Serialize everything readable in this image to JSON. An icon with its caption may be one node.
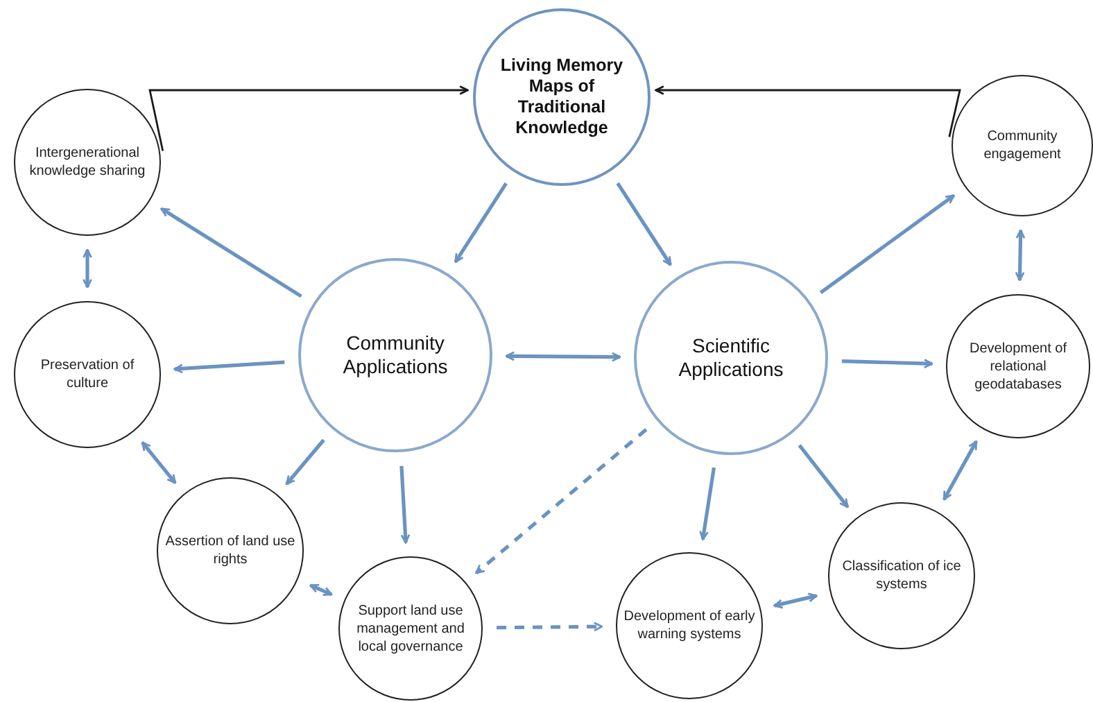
{
  "diagram": {
    "nodes": [
      {
        "text": [
          "Living Memory Maps of Traditional Knowledge"
        ]
      },
      {
        "text": [
          "Intergenerational knowledge sharing"
        ]
      },
      {
        "text": [
          "Community engagement"
        ]
      },
      {
        "text": [
          "Community Applications"
        ]
      },
      {
        "text": [
          "Scientific Applications"
        ]
      },
      {
        "text": [
          "Preservation of culture"
        ]
      },
      {
        "text": [
          "Development of relational geodatabases"
        ]
      },
      {
        "text": [
          "Assertion of land use rights"
        ]
      },
      {
        "text": [
          "Support land use management and local governance"
        ]
      },
      {
        "text": [
          "Development of early warning systems"
        ]
      },
      {
        "text": [
          "Classification of ice systems"
        ]
      }
    ],
    "edges": [
      {
        "from": 1,
        "to": 0,
        "arrow": "to",
        "color": "#1a1a1a"
      },
      {
        "from": 2,
        "to": 0,
        "arrow": "to",
        "color": "#1a1a1a"
      },
      {
        "from": 0,
        "to": 3,
        "arrow": "to"
      },
      {
        "from": 0,
        "to": 4,
        "arrow": "to"
      },
      {
        "from": 3,
        "to": 1,
        "arrow": "to"
      },
      {
        "from": 3,
        "to": 5,
        "arrow": "to"
      },
      {
        "from": 3,
        "to": 4,
        "arrow": "both"
      },
      {
        "from": 3,
        "to": 7,
        "arrow": "to"
      },
      {
        "from": 3,
        "to": 8,
        "arrow": "to"
      },
      {
        "from": 4,
        "to": 2,
        "arrow": "to"
      },
      {
        "from": 4,
        "to": 6,
        "arrow": "to"
      },
      {
        "from": 4,
        "to": 8,
        "arrow": "to",
        "style": "dashed"
      },
      {
        "from": 4,
        "to": 9,
        "arrow": "to"
      },
      {
        "from": 4,
        "to": 10,
        "arrow": "to"
      },
      {
        "from": 1,
        "to": 5,
        "arrow": "both"
      },
      {
        "from": 2,
        "to": 6,
        "arrow": "both"
      },
      {
        "from": 5,
        "to": 7,
        "arrow": "both"
      },
      {
        "from": 7,
        "to": 8,
        "arrow": "both"
      },
      {
        "from": 8,
        "to": 9,
        "arrow": "to",
        "style": "dashed"
      },
      {
        "from": 9,
        "to": 10,
        "arrow": "both"
      },
      {
        "from": 6,
        "to": 10,
        "arrow": "both"
      }
    ]
  }
}
